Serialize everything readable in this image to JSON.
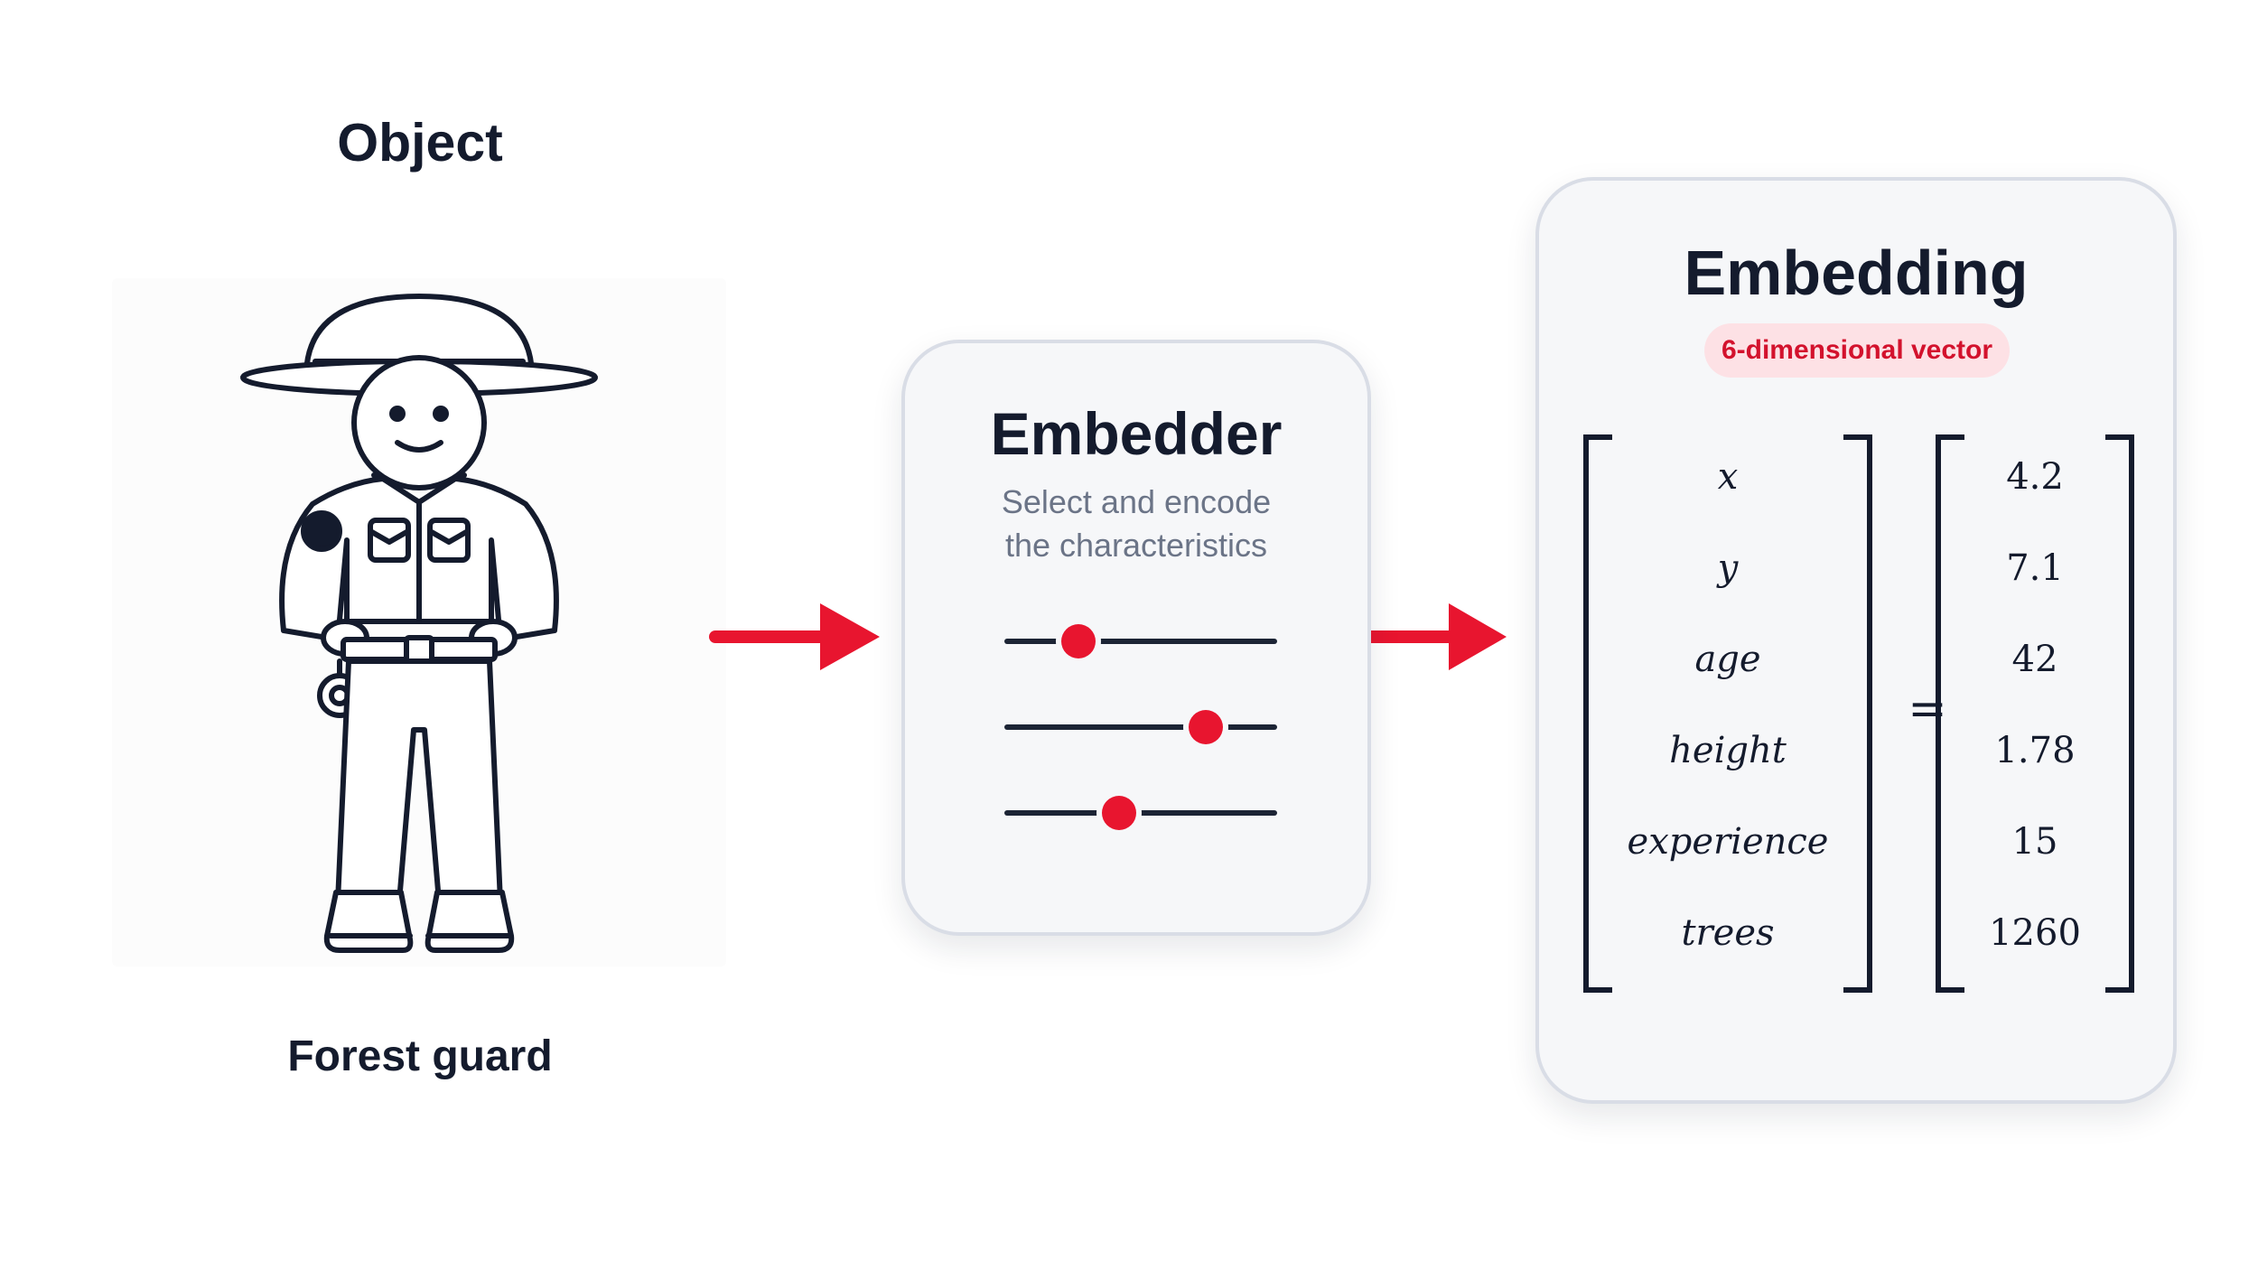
{
  "object": {
    "title": "Object",
    "caption": "Forest guard"
  },
  "embedder": {
    "title": "Embedder",
    "subtitle_line1": "Select and encode",
    "subtitle_line2": "the characteristics",
    "sliders": [
      {
        "value": 0.27
      },
      {
        "value": 0.74
      },
      {
        "value": 0.42
      }
    ]
  },
  "embedding": {
    "title": "Embedding",
    "badge": "6-dimensional vector",
    "equals": "=",
    "features": [
      "x",
      "y",
      "age",
      "height",
      "experience",
      "trees"
    ],
    "values": [
      "4.2",
      "7.1",
      "42",
      "1.78",
      "15",
      "1260"
    ]
  },
  "colors": {
    "accent": "#e8152f",
    "ink": "#141b2d",
    "card_bg": "#f6f7f9",
    "card_border": "#d9dde6",
    "badge_bg": "#fde1e5",
    "subtitle": "#6b7487"
  }
}
